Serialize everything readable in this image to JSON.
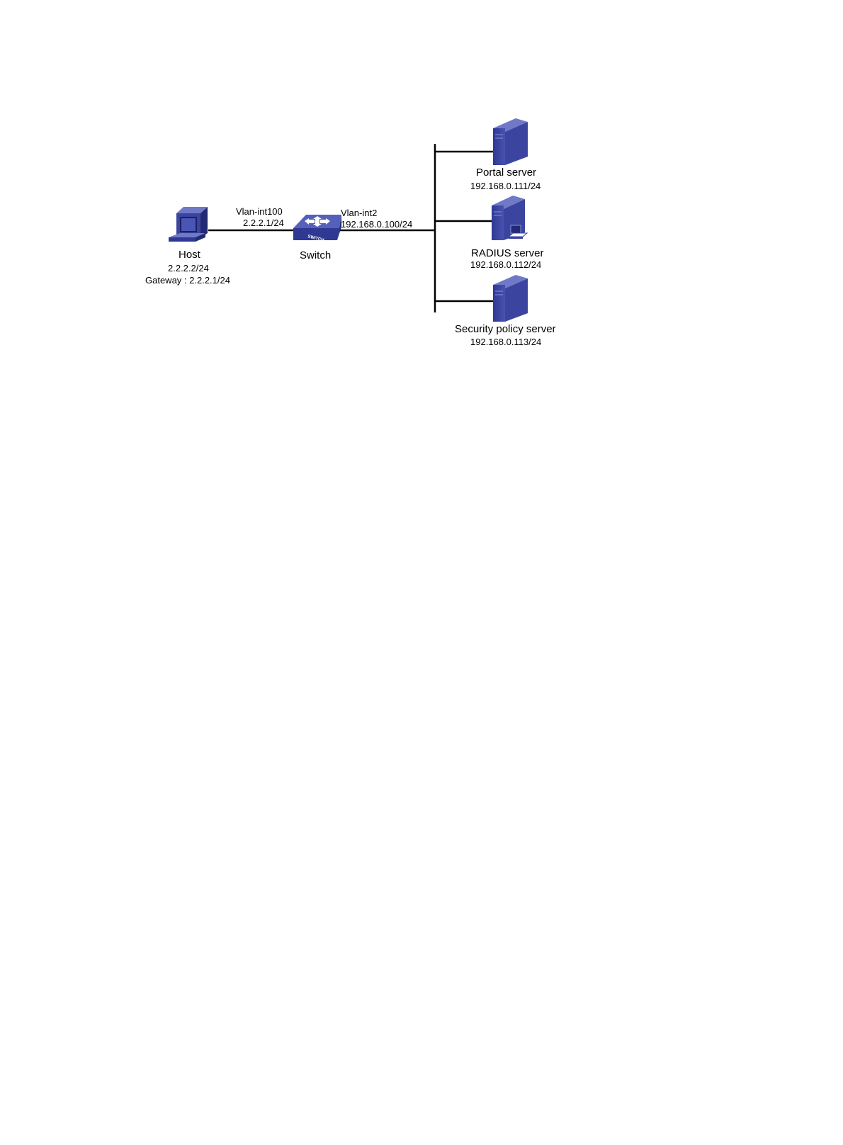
{
  "diagram": {
    "host": {
      "name": "Host",
      "ip": "2.2.2.2/24",
      "gateway": "Gateway : 2.2.2.1/24"
    },
    "switch": {
      "name": "Switch",
      "badge": "SWITCH"
    },
    "links": {
      "host_side": {
        "interface": "Vlan-int100",
        "ip": "2.2.2.1/24"
      },
      "server_side": {
        "interface": "Vlan-int2",
        "ip": "192.168.0.100/24"
      }
    },
    "servers": [
      {
        "name": "Portal server",
        "ip": "192.168.0.111/24"
      },
      {
        "name": "RADIUS server",
        "ip": "192.168.0.112/24"
      },
      {
        "name": "Security policy server",
        "ip": "192.168.0.113/24"
      }
    ],
    "colors": {
      "device_main": "#3b45a0",
      "device_dark": "#222a73",
      "device_light": "#6f79c7",
      "line": "#000000"
    }
  }
}
